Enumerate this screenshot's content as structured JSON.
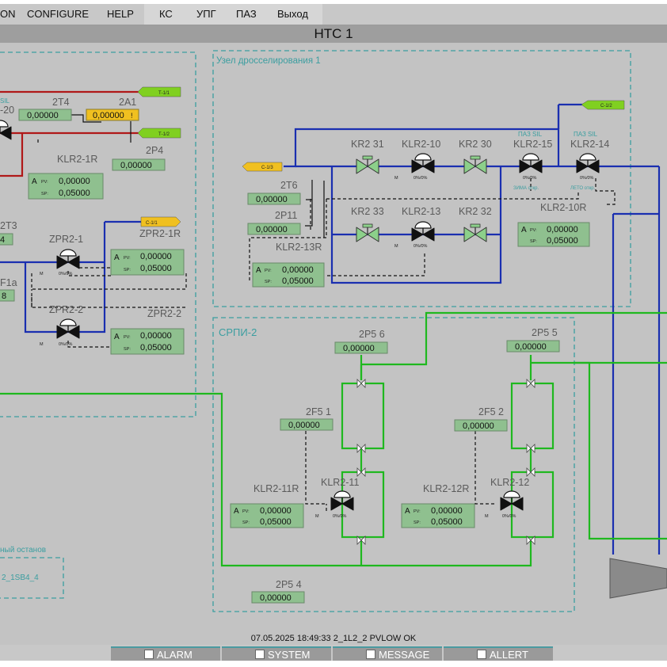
{
  "menu": {
    "items": [
      "ON",
      "CONFIGURE",
      "HELP",
      "КС",
      "УПГ",
      "ПАЗ",
      "Выход"
    ]
  },
  "title": "НТС 1",
  "groups": {
    "throttle_node": "Узел дросселирования 1",
    "srpi": "СРПИ-2",
    "shutdown": "ный останов",
    "shutdown_tag": "2_1SB4_4"
  },
  "arrows": {
    "t11": "Т-1/1",
    "t12": "Т-1/2",
    "c11": "С-1/1",
    "c12": "С-1/2",
    "c13": "С-1/3"
  },
  "tags": {
    "2T4": "2Т4",
    "2A1": "2А1",
    "2P4": "2Р4",
    "2T3": "2Т3",
    "2F1a": "F1а",
    "2T6": "2Т6",
    "2P11": "2Р11",
    "2P5_6": "2Р5 6",
    "2P5_5": "2Р5 5",
    "2F5_1": "2F5 1",
    "2F5_2": "2F5 2",
    "2P5_4": "2Р5 4",
    "sil20": "SIL",
    "n20": "-20",
    "paz_sil": "ПАЗ SIL"
  },
  "values": {
    "2T4": "0,00000",
    "2A1": "0,00000",
    "2P4": "0,00000",
    "2T3": "4",
    "2F1a": "8",
    "2T6": "0,00000",
    "2P11": "0,00000",
    "2P5_6": "0,00000",
    "2P5_5": "0,00000",
    "2F5_1": "0,00000",
    "2F5_2": "0,00000",
    "2P5_4": "0,00000"
  },
  "regulators": {
    "mode": "A",
    "pv": "PV:",
    "sp": "SP:",
    "klr2_1r": {
      "label": "KLR2-1R",
      "pv": "0,00000",
      "sp": "0,05000"
    },
    "zpr2_1r": {
      "label": "ZPR2-1R",
      "pv": "0,00000",
      "sp": "0,05000"
    },
    "zpr2_2r": {
      "label": "ZPR2-2",
      "pv": "0,00000",
      "sp": "0,05000"
    },
    "klr2_13r": {
      "label": "KLR2-13R",
      "pv": "0,00000",
      "sp": "0,05000"
    },
    "klr2_10r": {
      "label": "KLR2-10R",
      "pv": "0,00000",
      "sp": "0,05000"
    },
    "klr2_11r": {
      "label": "KLR2-11R",
      "pv": "0,00000",
      "sp": "0,05000"
    },
    "klr2_12r": {
      "label": "KLR2-12R",
      "pv": "0,00000",
      "sp": "0,05000"
    }
  },
  "valves": {
    "zpr2_1": "ZPR2-1",
    "zpr2_2": "ZPR2-2",
    "kr2_31": "KR2 31",
    "klr2_10": "KLR2-10",
    "kr2_30": "KR2 30",
    "klr2_15": "KLR2-15",
    "klr2_14": "KLR2-14",
    "kr2_33": "KR2 33",
    "klr2_13": "KLR2-13",
    "kr2_32": "KR2 32",
    "klr2_11": "KLR2-11",
    "klr2_12": "KLR2-12",
    "m": "M",
    "pct": "0%/0%",
    "zima": "ЗИМА откр.",
    "leto": "ЛЕТО откр."
  },
  "status": {
    "message": "07.05.2025 18:49:33  2_1L2_2 PVLOW OK"
  },
  "bottom_tabs": [
    "ALARM",
    "SYSTEM",
    "MESSAGE",
    "ALLERT"
  ]
}
